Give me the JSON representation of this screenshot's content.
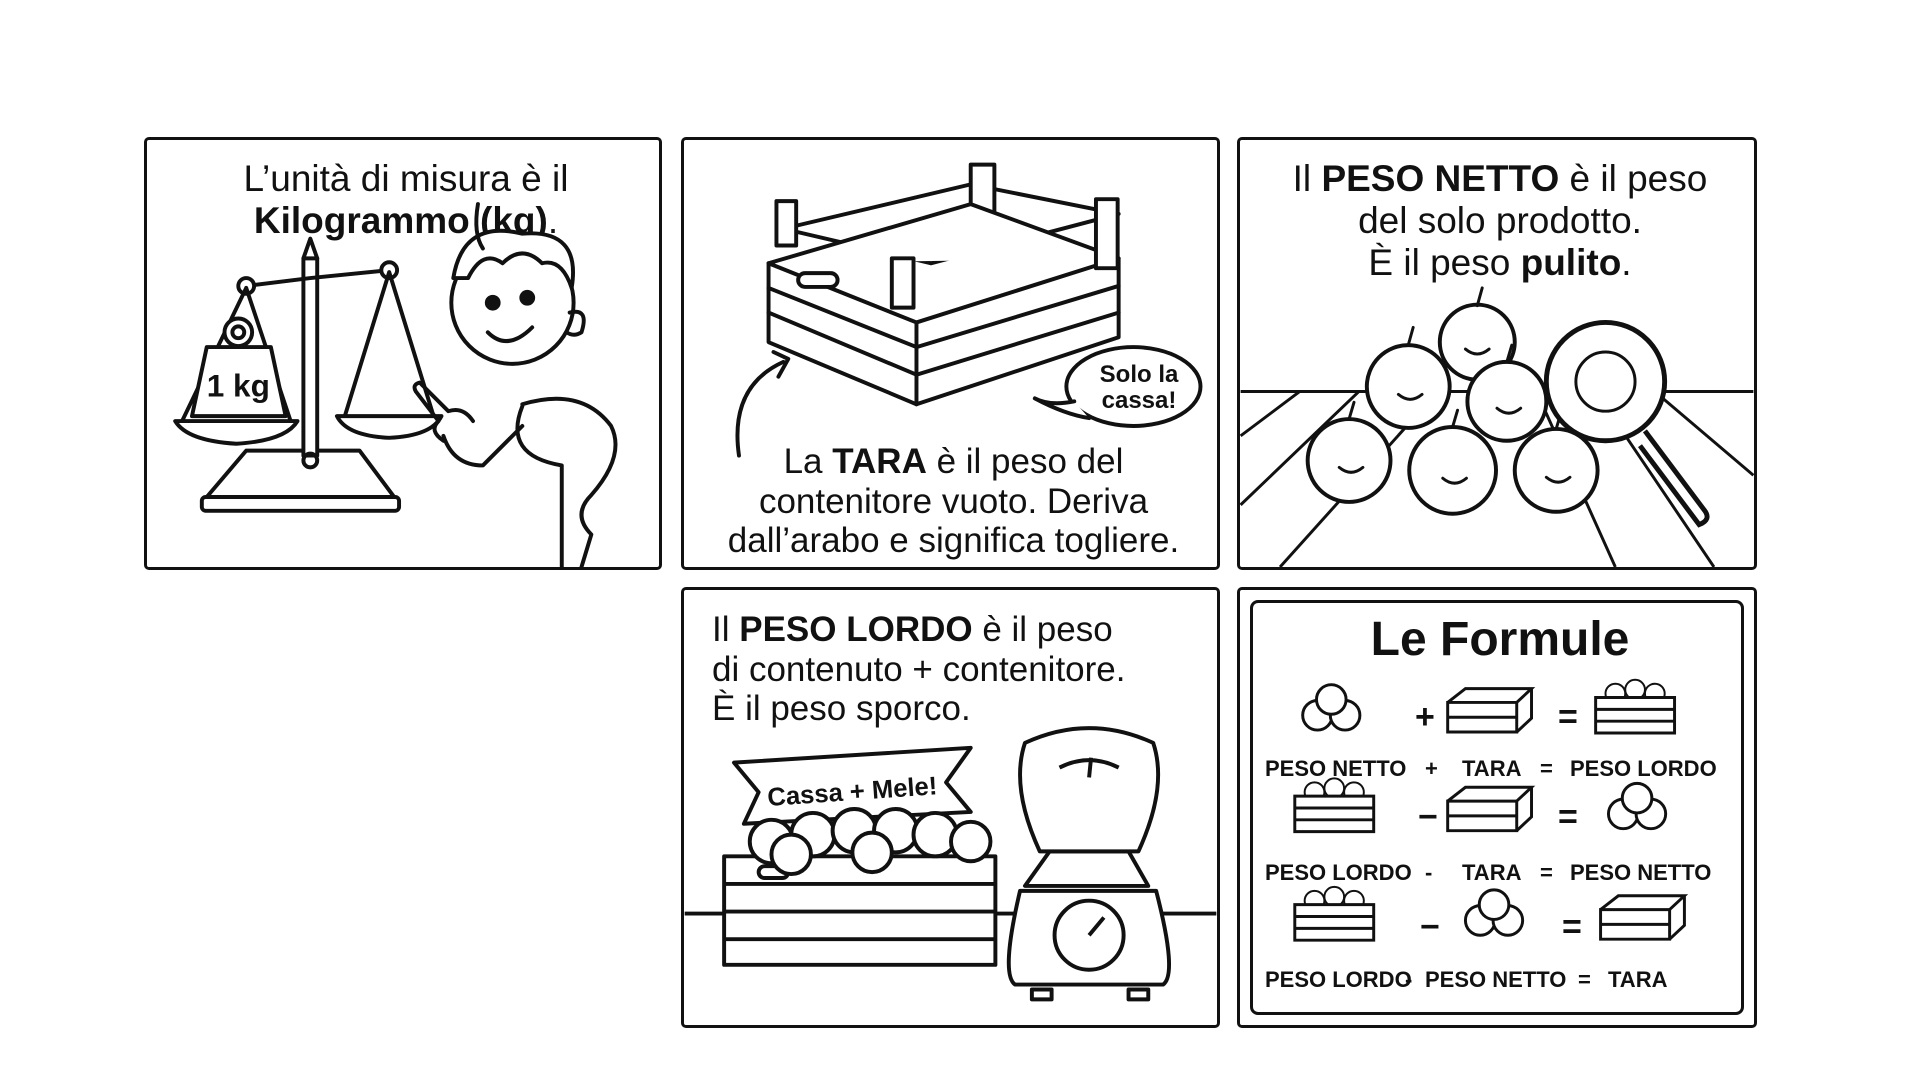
{
  "panels": {
    "unit": {
      "line1": "L’unità di misura è il",
      "line2_bold": "Kilogrammo (kg)",
      "line2_tail": ".",
      "weight_label": "1 kg"
    },
    "tara": {
      "bubble_l1": "Solo la",
      "bubble_l2": "cassa!",
      "l1_pre": "La ",
      "l1_bold": "TARA",
      "l1_tail": " è il peso del",
      "l2": "contenitore vuoto. Deriva",
      "l3": "dall’arabo e significa togliere."
    },
    "netto": {
      "l1_pre": "Il ",
      "l1_bold": "PESO NETTO",
      "l1_tail": " è il peso",
      "l2": "del solo prodotto.",
      "l3_pre": "È il peso ",
      "l3_bold": "pulito",
      "l3_tail": "."
    },
    "lordo": {
      "l1_pre": "Il ",
      "l1_bold": "PESO LORDO",
      "l1_tail": " è il peso",
      "l2": "di contenuto + contenitore.",
      "l3": "È il peso sporco.",
      "banner": "Cassa + Mele!"
    },
    "formule": {
      "title": "Le Formule",
      "rows": [
        {
          "a": "PESO NETTO",
          "op": "+",
          "b": "TARA",
          "eq": "=",
          "c": "PESO LORDO"
        },
        {
          "a": "PESO LORDO",
          "op": "-",
          "b": "TARA",
          "eq": "=",
          "c": "PESO NETTO"
        },
        {
          "a": "PESO LORDO",
          "op": "-",
          "b": "PESO NETTO",
          "eq": "=",
          "c": "TARA"
        }
      ],
      "icon_ops": [
        "+",
        "−",
        "−"
      ],
      "icon_eq": "="
    }
  }
}
